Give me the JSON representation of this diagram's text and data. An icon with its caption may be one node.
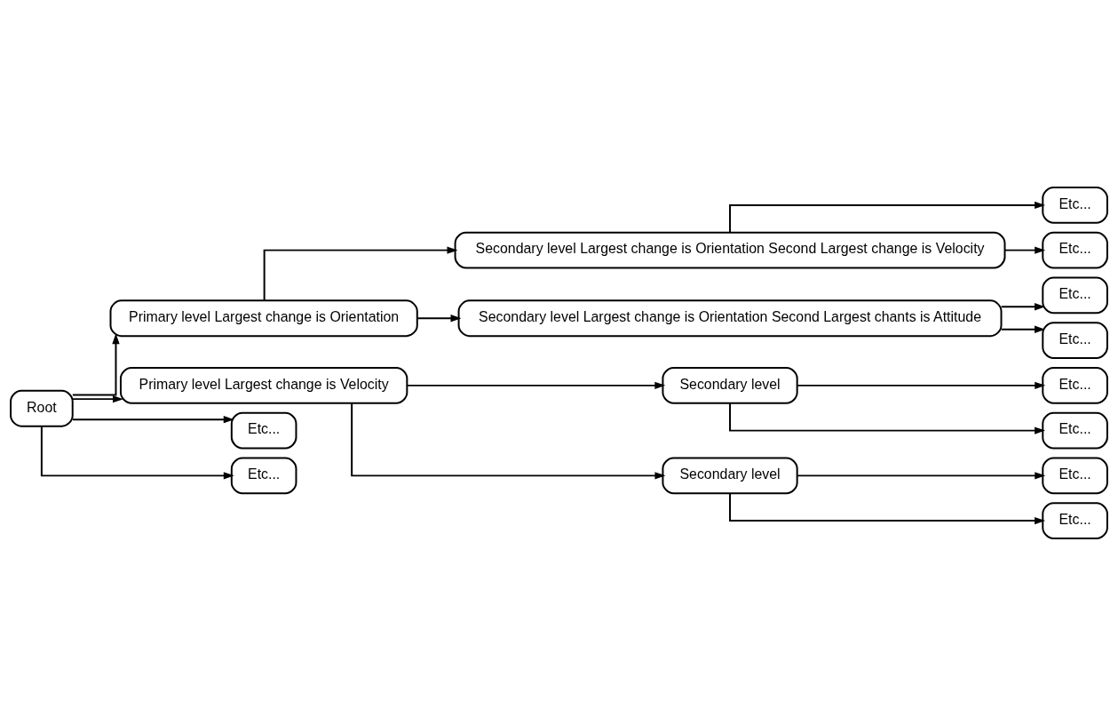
{
  "diagram": {
    "nodes": [
      {
        "text": [
          "Root"
        ]
      },
      {
        "text": [
          "Primary level Largest change is Orientation"
        ]
      },
      {
        "text": [
          "Secondary level Largest change is Orientation Second Largest change is Velocity"
        ]
      },
      {
        "text": [
          "Secondary level Largest change is Orientation Second Largest chants is Attitude"
        ]
      },
      {
        "text": [
          "Etc..."
        ]
      },
      {
        "text": [
          "Etc..."
        ]
      },
      {
        "text": [
          "Etc..."
        ]
      },
      {
        "text": [
          "Etc..."
        ]
      },
      {
        "text": [
          "Primary level Largest change is Velocity"
        ]
      },
      {
        "text": [
          "Secondary level"
        ]
      },
      {
        "text": [
          "Secondary level"
        ]
      },
      {
        "text": [
          "Etc..."
        ]
      },
      {
        "text": [
          "Etc..."
        ]
      },
      {
        "text": [
          "Etc..."
        ]
      },
      {
        "text": [
          "Etc..."
        ]
      },
      {
        "text": [
          "Etc..."
        ]
      },
      {
        "text": [
          "Etc..."
        ]
      }
    ],
    "edges": [
      {
        "from": 0,
        "to": 1,
        "arrow": "to"
      },
      {
        "from": 0,
        "to": 8,
        "arrow": "to"
      },
      {
        "from": 0,
        "to": 15,
        "arrow": "to"
      },
      {
        "from": 0,
        "to": 16,
        "arrow": "to"
      },
      {
        "from": 1,
        "to": 2,
        "arrow": "to"
      },
      {
        "from": 1,
        "to": 3,
        "arrow": "to"
      },
      {
        "from": 2,
        "to": 4,
        "arrow": "to"
      },
      {
        "from": 2,
        "to": 5,
        "arrow": "to"
      },
      {
        "from": 3,
        "to": 6,
        "arrow": "to"
      },
      {
        "from": 3,
        "to": 7,
        "arrow": "to"
      },
      {
        "from": 8,
        "to": 9,
        "arrow": "to"
      },
      {
        "from": 8,
        "to": 10,
        "arrow": "to"
      },
      {
        "from": 9,
        "to": 11,
        "arrow": "to"
      },
      {
        "from": 9,
        "to": 12,
        "arrow": "to"
      },
      {
        "from": 10,
        "to": 13,
        "arrow": "to"
      },
      {
        "from": 10,
        "to": 14,
        "arrow": "to"
      }
    ]
  }
}
